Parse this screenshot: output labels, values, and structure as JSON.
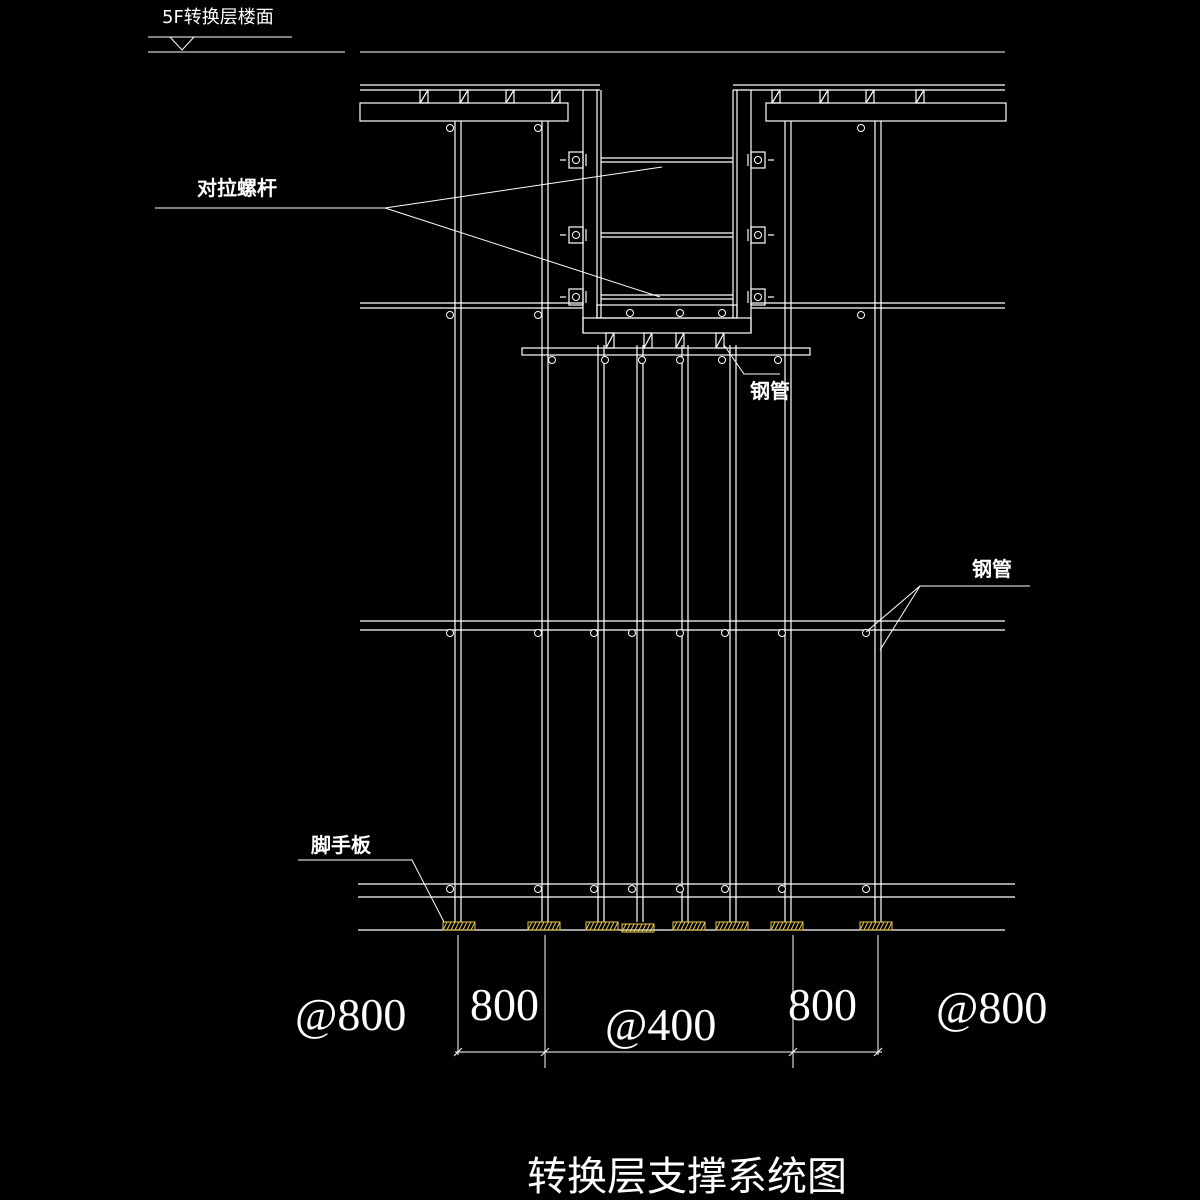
{
  "drawing": {
    "level_label": "5F转换层楼面",
    "tie_rod_label": "对拉螺杆",
    "steel_pipe_label_upper": "钢管",
    "steel_pipe_label_right": "钢管",
    "scaffold_board_label": "脚手板",
    "dimensions": {
      "left_spacing": "@800",
      "left_span": "800",
      "middle_spacing": "@400",
      "right_span": "800",
      "right_spacing": "@800"
    },
    "title": "转换层支撑系统图"
  }
}
